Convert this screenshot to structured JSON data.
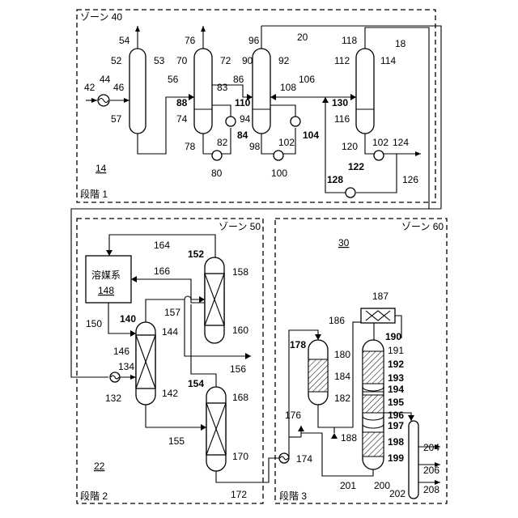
{
  "zones": {
    "zone40": "ゾーン 40",
    "zone50": "ゾーン 50",
    "zone60": "ゾーン 60"
  },
  "stages": {
    "stage1": "段階 1",
    "stage2": "段階 2",
    "stage3": "段階 3"
  },
  "section_refs": {
    "s14": "14",
    "s22": "22",
    "s30": "30"
  },
  "solvent_system": {
    "label": "溶媒系",
    "number": "148"
  },
  "stage1_labels": {
    "n42": "42",
    "n44": "44",
    "n46": "46",
    "n52": "52",
    "n53": "53",
    "n54": "54",
    "n56": "56",
    "n57": "57",
    "n70": "70",
    "n72": "72",
    "n74": "74",
    "n76": "76",
    "n78": "78",
    "n80": "80",
    "n82": "82",
    "n83": "83",
    "n84": "84",
    "n86": "86",
    "n88": "88",
    "n90": "90",
    "n92": "92",
    "n94": "94",
    "n96": "96",
    "n98": "98",
    "n100": "100",
    "n102a": "102",
    "n104": "104",
    "n106": "106",
    "n108": "108",
    "n110": "110",
    "n112": "112",
    "n114": "114",
    "n116": "116",
    "n118": "118",
    "n120": "120",
    "n102b": "102",
    "n122": "122",
    "n124": "124",
    "n126": "126",
    "n128": "128",
    "n130": "130",
    "n18": "18",
    "n20": "20"
  },
  "stage2_labels": {
    "n132": "132",
    "n134": "134",
    "n140": "140",
    "n142": "142",
    "n144": "144",
    "n146": "146",
    "n150": "150",
    "n152": "152",
    "n154": "154",
    "n155": "155",
    "n156": "156",
    "n157": "157",
    "n158": "158",
    "n160": "160",
    "n164": "164",
    "n166": "166",
    "n168": "168",
    "n170": "170",
    "n172": "172"
  },
  "stage3_labels": {
    "n174": "174",
    "n176": "176",
    "n178": "178",
    "n180": "180",
    "n182": "182",
    "n184": "184",
    "n186": "186",
    "n187": "187",
    "n188": "188",
    "n190": "190",
    "n191": "191",
    "n192": "192",
    "n193": "193",
    "n194": "194",
    "n195": "195",
    "n196": "196",
    "n197": "197",
    "n198": "198",
    "n199": "199",
    "n200": "200",
    "n201": "201",
    "n202": "202",
    "n204": "204",
    "n206": "206",
    "n208": "208"
  }
}
